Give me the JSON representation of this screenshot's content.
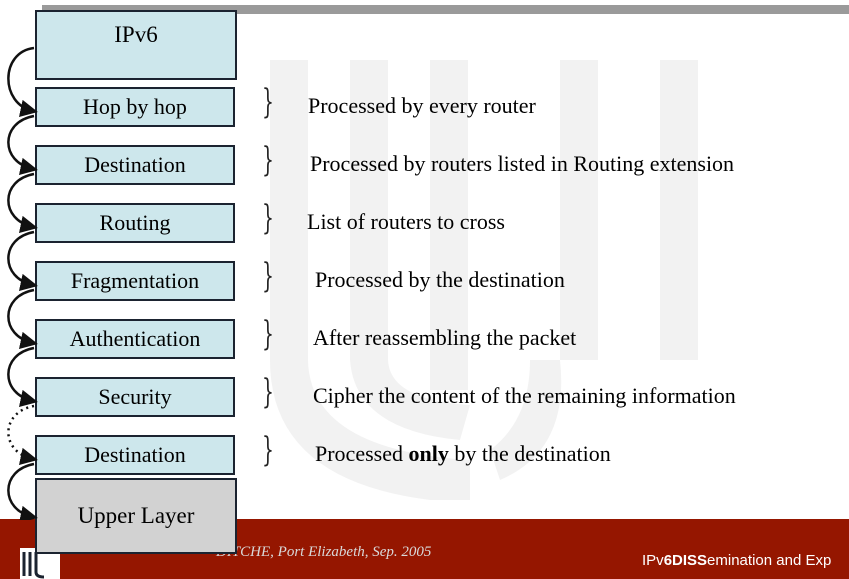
{
  "header_box": "IPv6",
  "extensions": [
    {
      "label": "Hop by hop",
      "desc_parts": [
        {
          "text": "Processed by every router",
          "bold": false
        }
      ]
    },
    {
      "label": "Destination",
      "desc_parts": [
        {
          "text": "Processed by routers listed in Routing extension",
          "bold": false
        }
      ]
    },
    {
      "label": "Routing",
      "desc_parts": [
        {
          "text": "List of routers to cross",
          "bold": false
        }
      ]
    },
    {
      "label": "Fragmentation",
      "desc_parts": [
        {
          "text": "Processed by the destination",
          "bold": false
        }
      ]
    },
    {
      "label": "Authentication",
      "desc_parts": [
        {
          "text": "After reassembling the packet",
          "bold": false
        }
      ]
    },
    {
      "label": "Security",
      "desc_parts": [
        {
          "text": "Cipher the content of the remaining information",
          "bold": false
        }
      ]
    },
    {
      "label": "Destination",
      "desc_parts": [
        {
          "text": "Processed ",
          "bold": false
        },
        {
          "text": "only",
          "bold": true
        },
        {
          "text": " by the destination",
          "bold": false
        }
      ]
    }
  ],
  "footer_box": "Upper Layer",
  "footer": {
    "event_text": "DITCHE, Port Elizabeth, Sep. 2005",
    "brand_prefix": "IPv",
    "brand_bold": "6DISS",
    "brand_suffix": "emination and Exp"
  },
  "colors": {
    "box_fill": "#cde7ec",
    "upper_box_fill": "#d2d2d2",
    "footer_bar": "#951600",
    "top_bar": "#9a9a9a"
  }
}
